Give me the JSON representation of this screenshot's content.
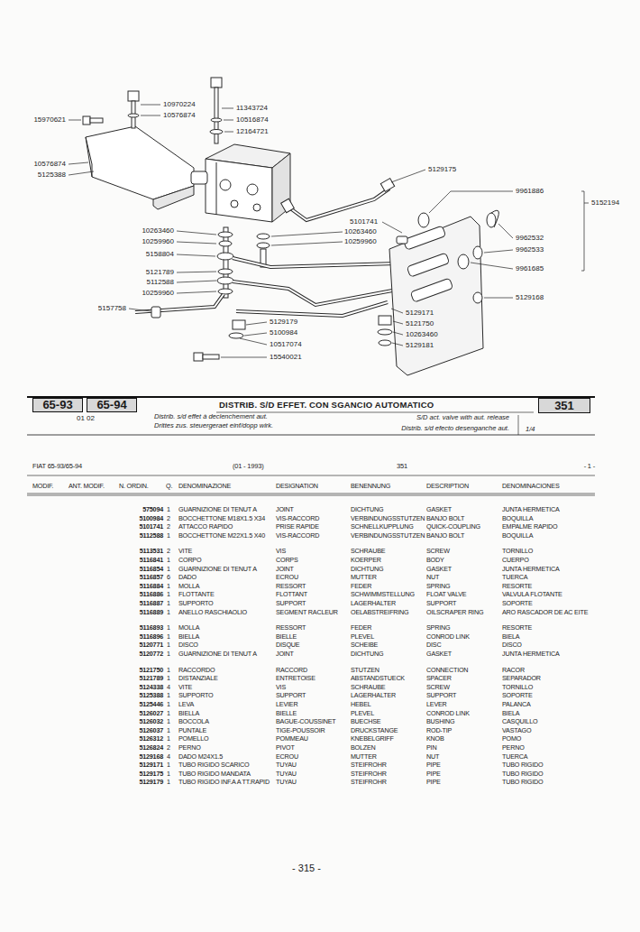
{
  "diagram": {
    "title": "DISTRIB. S/D EFFET. CON SGANCIO AUTOMATICO",
    "nodes": [
      {
        "text": [
          "65-93"
        ]
      },
      {
        "text": [
          "65-94"
        ]
      },
      {
        "text": [
          "351"
        ]
      }
    ],
    "labels": [
      "10970224",
      "10576874",
      "11343724",
      "10516874",
      "12164721",
      "15970621",
      "10576874",
      "5125388",
      "5129175",
      "9961886",
      "5152194",
      "5101741",
      "10263460",
      "10259960",
      "10263460",
      "10259960",
      "5158804",
      "5121789",
      "5112588",
      "10259960",
      "5157758",
      "9962532",
      "9962533",
      "9961685",
      "5129168",
      "5129171",
      "5121750",
      "10263460",
      "5129181",
      "5129179",
      "5100984",
      "10517074",
      "15540021",
      "01 02",
      "Distrib. s/d effet à declenchement aut.",
      "Drittes zus. steuergeraet einf/dopp wirk.",
      "S/D act. valve with aut. release",
      "Distrib. s/d efecto desenganche aut.",
      "1/4",
      "FIAT 65-93/65-94",
      "(01 - 1993)",
      "351",
      "- 1 -",
      "MODIF.",
      "ANT. MODIF.",
      "N. ORDIN.",
      "Q.",
      "DENOMINAZIONE",
      "DESIGNATION",
      "BENENNUNG",
      "DESCRIPTION",
      "DENOMINACIONES",
      "575094",
      "1",
      "GUARNIZIONE DI TENUT A",
      "JOINT",
      "DICHTUNG",
      "GASKET",
      "JUNTA HERMETICA",
      "5100984",
      "2",
      "BOCCHETTONE M18X1.5 X34",
      "VIS-RACCORD",
      "VERBINDUNGSSTUTZEN",
      "BANJO BOLT",
      "BOQUILLA",
      "5101741",
      "2",
      "ATTACCO RAPIDO",
      "PRISE RAPIDE",
      "SCHNELLKUPPLUNG",
      "QUICK-COUPLING",
      "EMPALME RAPIDO",
      "5112588",
      "1",
      "BOCCHETTONE M22X1.5 X40",
      "VIS-RACCORD",
      "VERBINDUNGSSTUTZEN",
      "BANJO BOLT",
      "BOQUILLA",
      "5113531",
      "2",
      "VITE",
      "VIS",
      "SCHRAUBE",
      "SCREW",
      "TORNILLO",
      "5116841",
      "1",
      "CORPO",
      "CORPS",
      "KOERPER",
      "BODY",
      "CUERPO",
      "5116854",
      "1",
      "GUARNIZIONE DI TENUT A",
      "JOINT",
      "DICHTUNG",
      "GASKET",
      "JUNTA HERMETICA",
      "5116857",
      "6",
      "DADO",
      "ECROU",
      "MUTTER",
      "NUT",
      "TUERCA",
      "5116884",
      "1",
      "MOLLA",
      "RESSORT",
      "FEDER",
      "SPRING",
      "RESORTE",
      "5116886",
      "1",
      "FLOTTANTE",
      "FLOTTANT",
      "SCHWIMMSTELLUNG",
      "FLOAT VALVE",
      "VALVULA FLOTANTE",
      "5116887",
      "1",
      "SUPPORTO",
      "SUPPORT",
      "LAGERHALTER",
      "SUPPORT",
      "SOPORTE",
      "5116889",
      "1",
      "ANELLO RASCHIAOLIO",
      "SEGMENT RACLEUR",
      "OELABSTREIFRING",
      "OILSCRAPER RING",
      "ARO RASCADOR DE AC EITE",
      "5116893",
      "1",
      "MOLLA",
      "RESSORT",
      "FEDER",
      "SPRING",
      "RESORTE",
      "5116896",
      "1",
      "BIELLA",
      "BIELLE",
      "PLEVEL",
      "CONROD LINK",
      "BIELA",
      "5120771",
      "1",
      "DISCO",
      "DISQUE",
      "SCHEIBE",
      "DISC",
      "DISCO",
      "5120772",
      "1",
      "GUARNIZIONE DI TENUT A",
      "JOINT",
      "DICHTUNG",
      "GASKET",
      "JUNTA HERMETICA",
      "5121750",
      "1",
      "RACCORDO",
      "RACCORD",
      "STUTZEN",
      "CONNECTION",
      "RACOR",
      "5121789",
      "1",
      "DISTANZIALE",
      "ENTRETOISE",
      "ABSTANDSTUECK",
      "SPACER",
      "SEPARADOR",
      "5124338",
      "4",
      "VITE",
      "VIS",
      "SCHRAUBE",
      "SCREW",
      "TORNILLO",
      "5125388",
      "1",
      "SUPPORTO",
      "SUPPORT",
      "LAGERHALTER",
      "SUPPORT",
      "SOPORTE",
      "5125446",
      "1",
      "LEVA",
      "LEVIER",
      "HEBEL",
      "LEVER",
      "PALANCA",
      "5126027",
      "1",
      "BIELLA",
      "BIELLE",
      "PLEVEL",
      "CONROD LINK",
      "BIELA",
      "5126032",
      "1",
      "BOCCOLA",
      "BAGUE-COUSSINET",
      "BUECHSE",
      "BUSHING",
      "CASQUILLO",
      "5126037",
      "1",
      "PUNTALE",
      "TIGE-POUSSOIR",
      "DRUCKSTANGE",
      "ROD-TIP",
      "VASTAGO",
      "5126312",
      "1",
      "POMELLO",
      "POMMEAU",
      "KNEBELGRIFF",
      "KNOB",
      "POMO",
      "5126824",
      "2",
      "PERNO",
      "PIVOT",
      "BOLZEN",
      "PIN",
      "PERNO",
      "5129168",
      "4",
      "DADO M24X1.5",
      "ECROU",
      "MUTTER",
      "NUT",
      "TUERCA",
      "5129171",
      "1",
      "TUBO RIGIDO SCARICO",
      "TUYAU",
      "STEIFROHR",
      "PIPE",
      "TUBO RIGIDO",
      "5129175",
      "1",
      "TUBO RIGIDO MANDATA",
      "TUYAU",
      "STEIFROHR",
      "PIPE",
      "TUBO RIGIDO",
      "5129179",
      "1",
      "TUBO RIGIDO INF.A A TT.RAPID",
      "TUYAU",
      "STEIFROHR",
      "PIPE",
      "TUBO RIGIDO",
      "- 315 -"
    ]
  }
}
